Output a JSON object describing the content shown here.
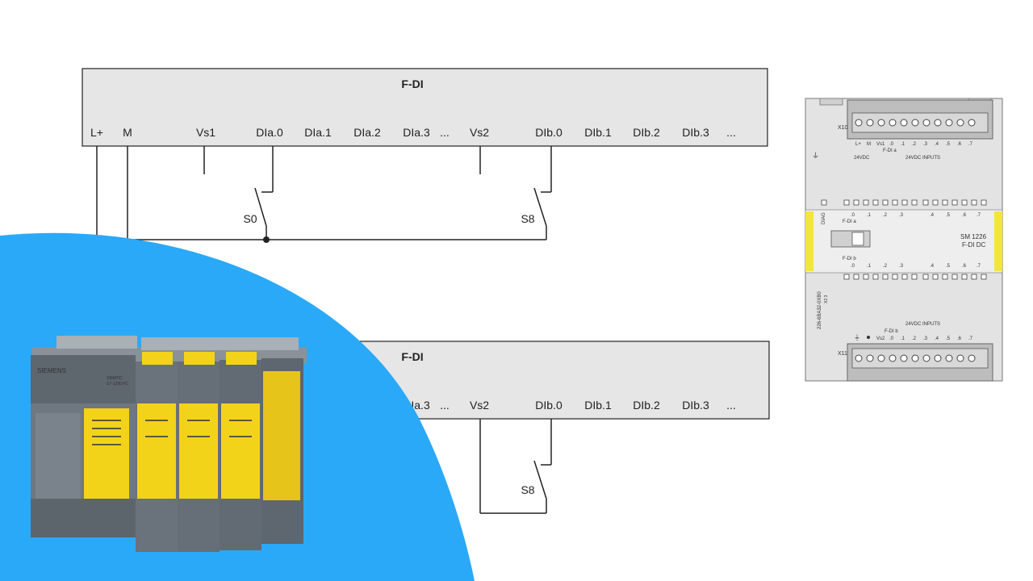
{
  "diagram_top": {
    "title": "F-DI",
    "terminals": [
      "L+",
      "M",
      "Vs1",
      "DIa.0",
      "DIa.1",
      "DIa.2",
      "DIa.3",
      "...",
      "Vs2",
      "DIb.0",
      "DIb.1",
      "DIb.2",
      "DIb.3",
      "..."
    ],
    "switches": [
      "S0",
      "S8"
    ]
  },
  "diagram_bottom": {
    "title": "F-DI",
    "terminals": [
      "DIa.3",
      "...",
      "Vs2",
      "DIb.0",
      "DIb.1",
      "DIb.2",
      "DIb.3",
      "..."
    ],
    "switches": [
      "S8"
    ]
  },
  "module": {
    "connector_top": "X10",
    "connector_bottom": "X11",
    "top_labels": [
      "L+",
      "M",
      "Vs1",
      ".0",
      ".1",
      ".2",
      ".3",
      ".4",
      ".5",
      ".6",
      ".7"
    ],
    "top_group_a": "F-DI a",
    "top_supply": "24VDC",
    "top_inputs": "24VDC INPUTS",
    "diag": "DIAG",
    "led_group_a": "F-DI a",
    "led_group_b": "F-DI b",
    "led_labels": [
      ".0",
      ".1",
      ".2",
      ".3",
      ".4",
      ".5",
      ".6",
      ".7"
    ],
    "name_line1": "SM 1226",
    "name_line2": "F-DI DC",
    "order_number": "226-6BA32-0XB0",
    "version": "X2 3",
    "bottom_inputs": "24VDC INPUTS",
    "bottom_group_b": "F-DI b",
    "bottom_labels": [
      "Vs2",
      ".0",
      ".1",
      ".2",
      ".3",
      ".4",
      ".5",
      ".6",
      ".7"
    ]
  },
  "plc": {
    "brand": "SIEMENS",
    "model_line1": "SIMATIC",
    "model_line2": "S7-1200 FC"
  },
  "colors": {
    "background_blob": "#2aa9f8",
    "module_box": "#e6e6e6",
    "plc_yellow": "#f3d31a",
    "plc_gray": "#6f7780"
  }
}
